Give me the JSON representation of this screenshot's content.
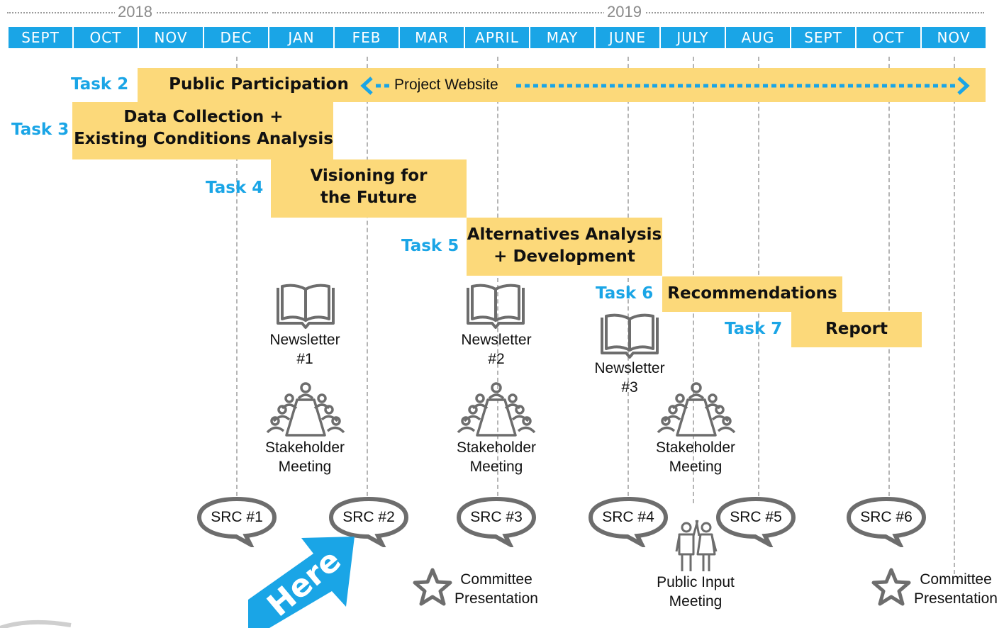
{
  "years": [
    "2018",
    "2019"
  ],
  "months": [
    "SEPT",
    "OCT",
    "NOV",
    "DEC",
    "JAN",
    "FEB",
    "MAR",
    "APRIL",
    "MAY",
    "JUNE",
    "JULY",
    "AUG",
    "SEPT",
    "OCT",
    "NOV"
  ],
  "tasks": [
    {
      "label": "Task 2",
      "bar_text": "Public Participation",
      "website_text": "Project Website"
    },
    {
      "label": "Task 3",
      "bar_line1": "Data Collection +",
      "bar_line2": "Existing Conditions Analysis"
    },
    {
      "label": "Task 4",
      "bar_line1": "Visioning for",
      "bar_line2": "the Future"
    },
    {
      "label": "Task 5",
      "bar_line1": "Alternatives Analysis",
      "bar_line2": "+ Development"
    },
    {
      "label": "Task 6",
      "bar_text": "Recommendations"
    },
    {
      "label": "Task 7",
      "bar_text": "Report"
    }
  ],
  "newsletters": [
    {
      "line1": "Newsletter",
      "line2": "#1"
    },
    {
      "line1": "Newsletter",
      "line2": "#2"
    },
    {
      "line1": "Newsletter",
      "line2": "#3"
    }
  ],
  "stakeholder_meetings": [
    {
      "line1": "Stakeholder",
      "line2": "Meeting"
    },
    {
      "line1": "Stakeholder",
      "line2": "Meeting"
    },
    {
      "line1": "Stakeholder",
      "line2": "Meeting"
    }
  ],
  "src_meetings": [
    "SRC #1",
    "SRC #2",
    "SRC #3",
    "SRC #4",
    "SRC #5",
    "SRC #6"
  ],
  "committee_presentations": [
    {
      "line1": "Committee",
      "line2": "Presentation"
    },
    {
      "line1": "Committee",
      "line2": "Presentation"
    }
  ],
  "public_input": {
    "line1": "Public Input",
    "line2": "Meeting"
  },
  "here_marker": "Here",
  "colors": {
    "accent_blue": "#1aa5e6",
    "bar_yellow": "#fcd97a",
    "icon_gray": "#6d6d6d",
    "grid_gray": "#b5b5b5"
  },
  "icons": [
    "book-icon",
    "conference-table-icon",
    "speech-bubble-icon",
    "star-icon",
    "people-icon",
    "arrow-icon"
  ]
}
